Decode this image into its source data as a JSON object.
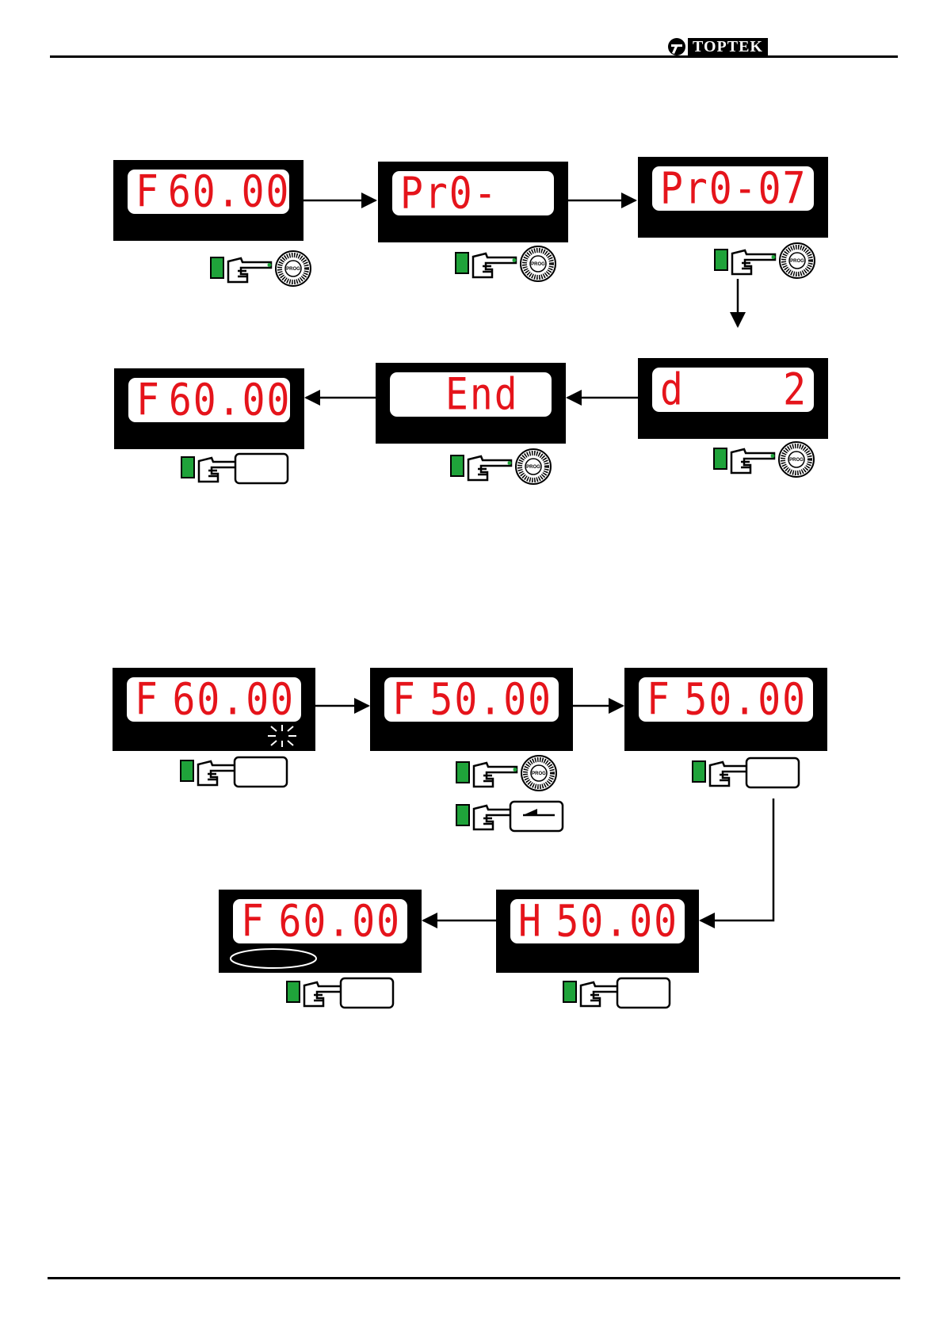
{
  "header": {
    "brand": "TOPTEK"
  },
  "icons": {
    "led": "green-indicator",
    "hand": "pointing-hand-icon",
    "dial": "prog-dial-icon",
    "key": "blank-key-icon",
    "shift": "left-arrow-key-icon",
    "blink": "blink-rays-icon"
  },
  "colors": {
    "segment": "#e5141b",
    "led": "#1fa33a",
    "frame": "#000000"
  },
  "prog_dial_label": "PROG",
  "sequence1": {
    "displays": [
      {
        "left": "F",
        "right": "60.00"
      },
      {
        "left": "Pr0-",
        "right": ""
      },
      {
        "left": "Pr0-07",
        "right": ""
      },
      {
        "left": "d",
        "right": "2"
      },
      {
        "left": "End",
        "right": ""
      },
      {
        "left": "F",
        "right": "60.00"
      }
    ]
  },
  "sequence2": {
    "displays": [
      {
        "left": "F",
        "right": "60.00"
      },
      {
        "left": "F",
        "right": "50.00"
      },
      {
        "left": "F",
        "right": "50.00"
      },
      {
        "left": "H",
        "right": "50.00"
      },
      {
        "left": "F",
        "right": "60.00"
      }
    ]
  }
}
